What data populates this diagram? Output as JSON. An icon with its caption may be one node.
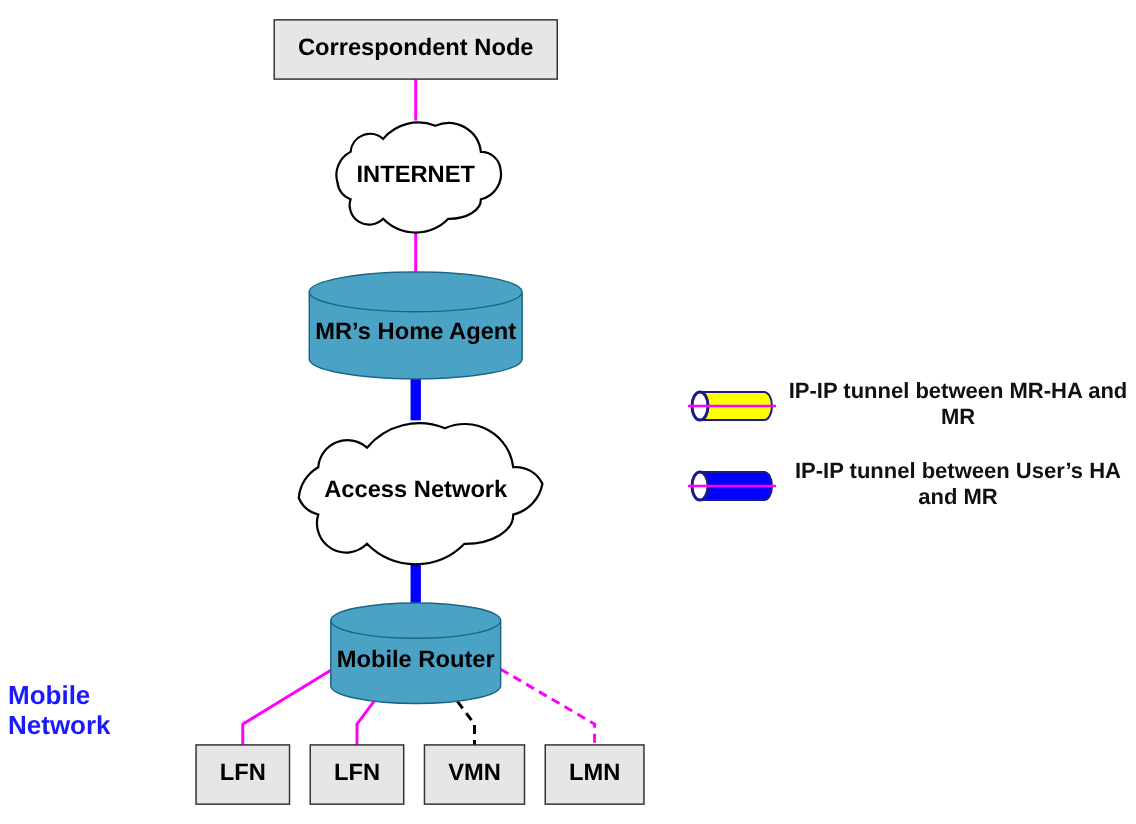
{
  "diagram": {
    "nodes": [
      {
        "text": [
          "Correspondent Node"
        ]
      },
      {
        "text": [
          "INTERNET"
        ]
      },
      {
        "text": [
          "MR’s Home Agent"
        ]
      },
      {
        "text": [
          "Access Network"
        ]
      },
      {
        "text": [
          "Mobile Router"
        ]
      },
      {
        "text": [
          "LFN"
        ]
      },
      {
        "text": [
          "LFN"
        ]
      },
      {
        "text": [
          "VMN"
        ]
      },
      {
        "text": [
          "LMN"
        ]
      }
    ],
    "edges": [
      {
        "from": 0,
        "to": 1,
        "arrow": "none"
      },
      {
        "from": 1,
        "to": 2,
        "arrow": "none"
      },
      {
        "from": 2,
        "to": 3,
        "arrow": "none",
        "style": "thick",
        "color": "#0000ff"
      },
      {
        "from": 3,
        "to": 4,
        "arrow": "none",
        "style": "thick",
        "color": "#0000ff"
      },
      {
        "from": 4,
        "to": 5,
        "arrow": "none"
      },
      {
        "from": 4,
        "to": 6,
        "arrow": "none"
      },
      {
        "from": 4,
        "to": 7,
        "arrow": "none",
        "style": "dashed",
        "color": "#000000"
      },
      {
        "from": 4,
        "to": 8,
        "arrow": "none",
        "style": "dashed"
      }
    ],
    "labels": [
      "Mobile Network"
    ],
    "legend": [
      {
        "text": "IP-IP tunnel between MR-HA and MR",
        "color": "#ffff00"
      },
      {
        "text": "IP-IP tunnel between User’s HA and MR",
        "color": "#0000ff"
      }
    ]
  }
}
